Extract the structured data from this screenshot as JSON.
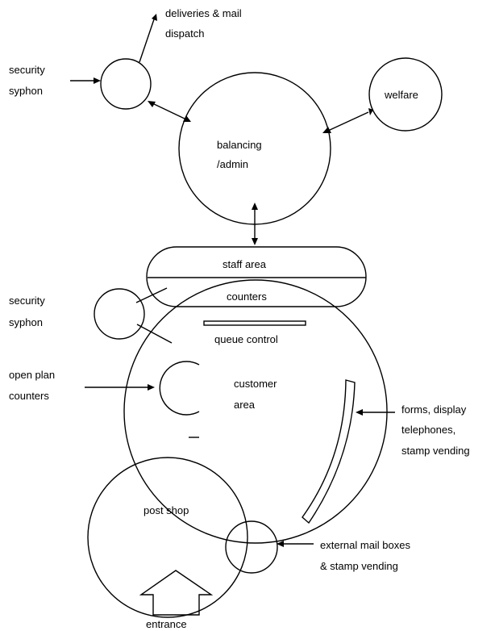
{
  "labels": {
    "deliveries_1": "deliveries & mail",
    "deliveries_2": "dispatch",
    "security_top_1": "security",
    "security_top_2": "syphon",
    "welfare": "welfare",
    "balancing_1": "balancing",
    "balancing_2": "/admin",
    "staff_area": "staff area",
    "counters": "counters",
    "security_mid_1": "security",
    "security_mid_2": "syphon",
    "queue_control": "queue control",
    "open_plan_1": "open plan",
    "open_plan_2": "counters",
    "customer_1": "customer",
    "customer_2": "area",
    "forms_1": "forms, display",
    "forms_2": "telephones,",
    "forms_3": "stamp vending",
    "post_shop": "post shop",
    "external_1": "external mail boxes",
    "external_2": "& stamp vending",
    "entrance": "entrance"
  }
}
